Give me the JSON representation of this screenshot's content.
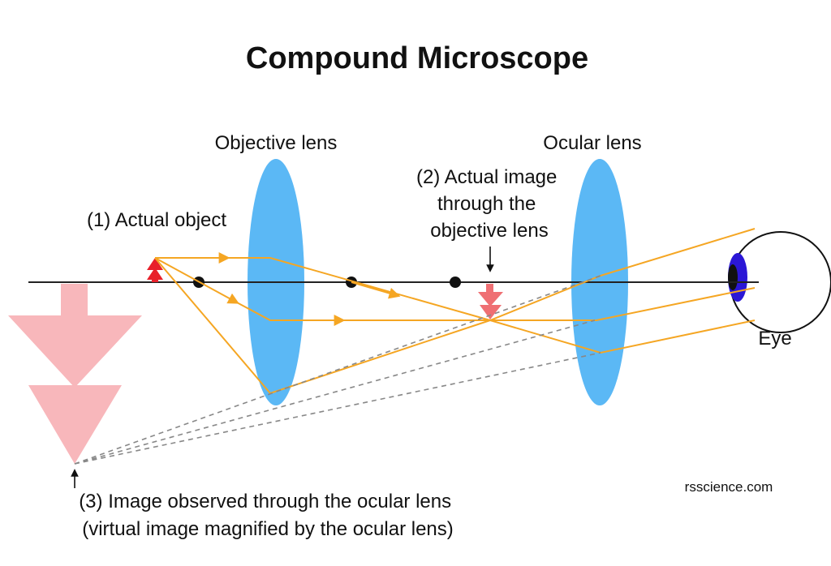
{
  "title": "Compound Microscope",
  "labels": {
    "objective_lens": "Objective lens",
    "ocular_lens": "Ocular lens",
    "actual_object": "(1) Actual object",
    "actual_image": [
      "(2) Actual image",
      "through the",
      "objective lens"
    ],
    "eye": "Eye",
    "virtual_image": [
      "(3) Image observed through the ocular lens",
      "(virtual image magnified by the ocular lens)"
    ],
    "credit": "rsscience.com"
  },
  "colors": {
    "lens": "#5bb8f5",
    "ray": "#f5a623",
    "object": "#e8202a",
    "real_image": "#ef6f73",
    "virtual_image": "#f8b7bb",
    "axis": "#222222",
    "focal_point": "#111111",
    "iris": "#2b17d6",
    "pupil": "#111111",
    "dashed": "#888888"
  }
}
